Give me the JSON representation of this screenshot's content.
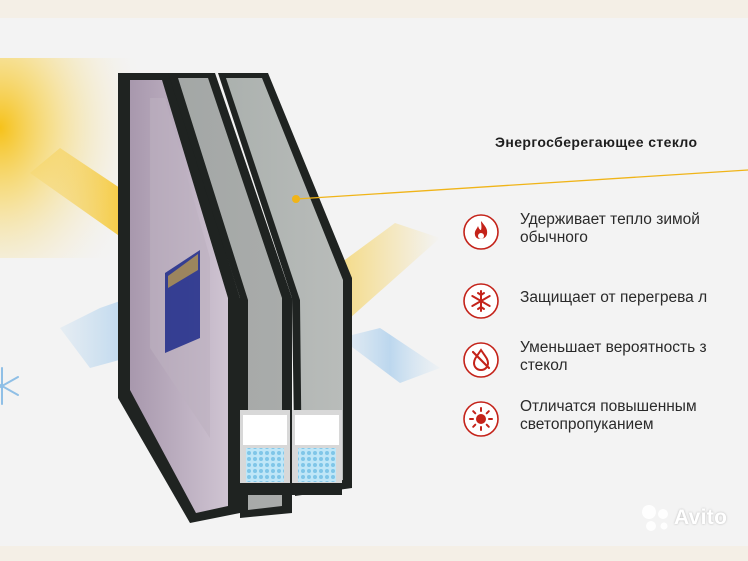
{
  "headline": "Энергосберегающее стекло",
  "features": [
    {
      "icon": "fire-icon",
      "lines": [
        "Удерживает тепло зимой",
        "обычного"
      ]
    },
    {
      "icon": "snowflake-icon",
      "lines": [
        "Защищает от перегрева л"
      ]
    },
    {
      "icon": "no-condensation-icon",
      "lines": [
        "Уменьшает вероятность з",
        "стекол"
      ]
    },
    {
      "icon": "sun-icon",
      "lines": [
        "Отличатся повышенным",
        "светопропуканием"
      ]
    }
  ],
  "watermark": "Avito",
  "colors": {
    "accent": "#c4231a",
    "callout_line": "#f0b418",
    "frame": "#222622",
    "glass": "#c9cfcc",
    "background": "#f3f3f3"
  }
}
